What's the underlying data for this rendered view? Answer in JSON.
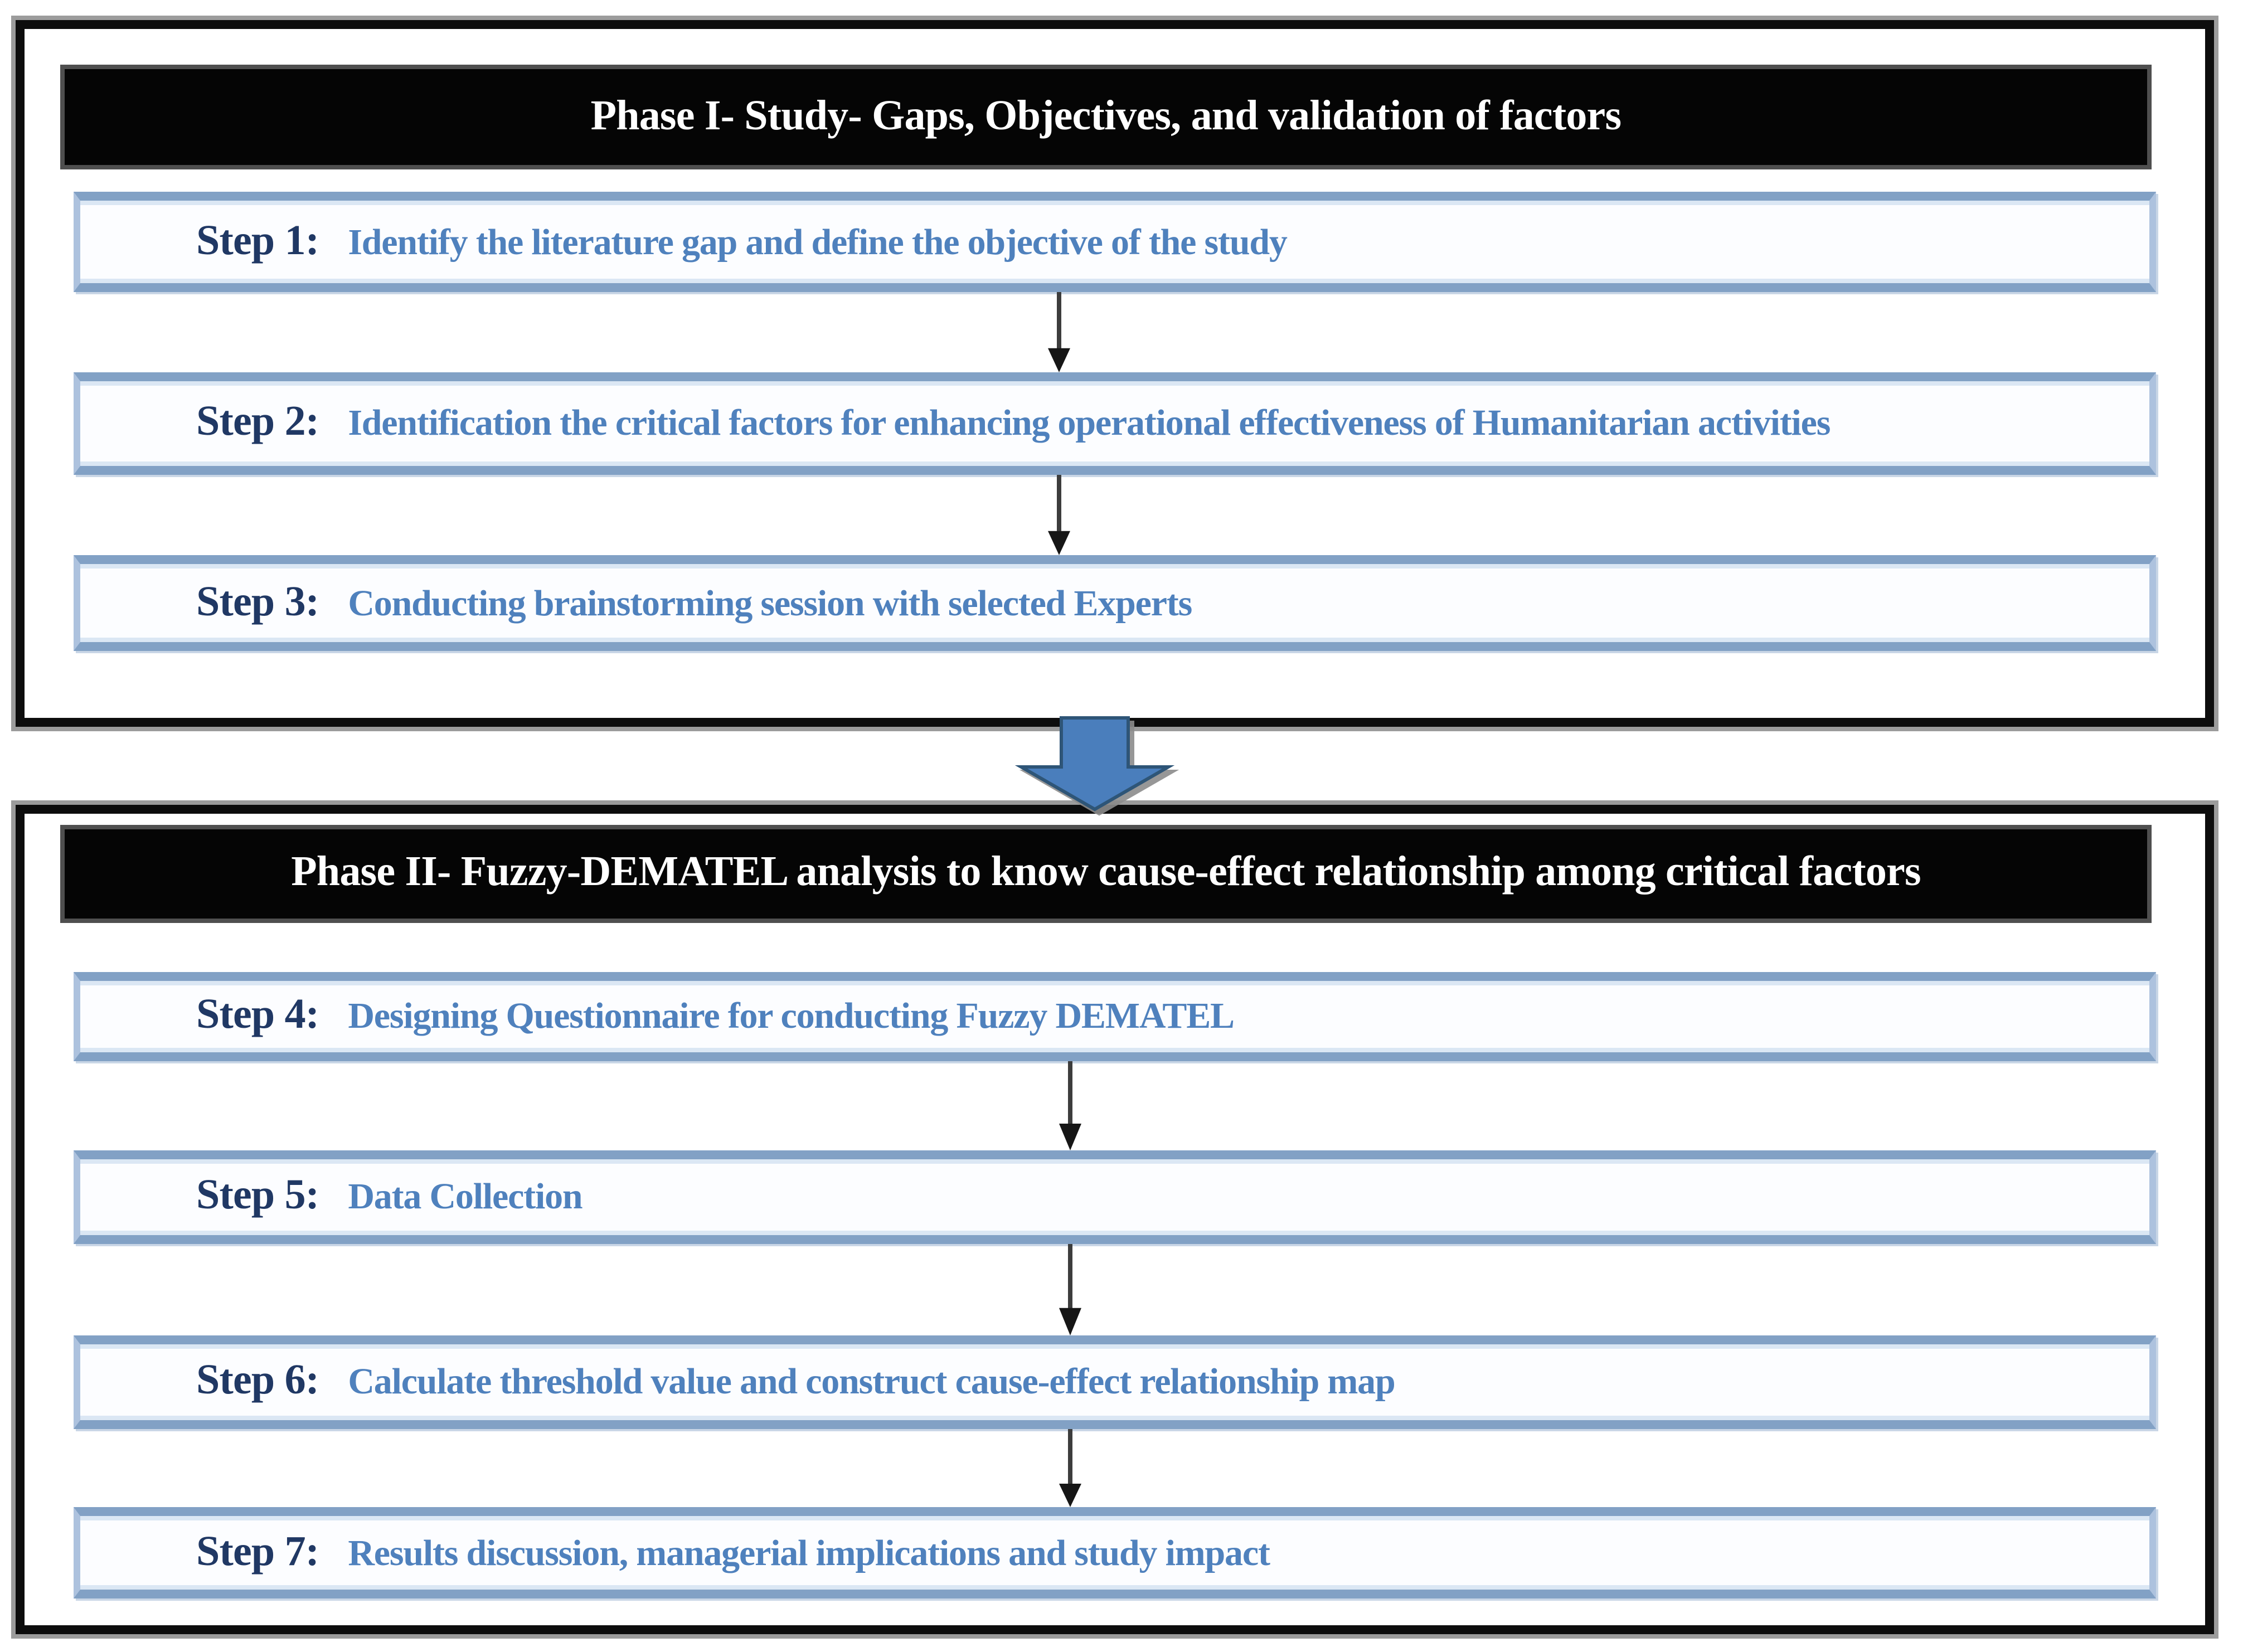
{
  "figure": {
    "type": "two-phase research methodology flowchart",
    "background": "#ffffff"
  },
  "colors": {
    "phase_container_border": "#0d0d0d",
    "phase_container_shadow": "#9c9c9c",
    "phase_header_background": "#050505",
    "phase_header_text": "#ffffff",
    "step_box_background": "#fcfdff",
    "step_box_side_border": "#adc2de",
    "step_box_top_bottom_border": "#82a1c5",
    "step_label_text": "#203864",
    "step_description_text": "#4f81bd",
    "step_connector_arrow": "#1a1a1a",
    "phase_connector_fill": "#4a7ebc",
    "phase_connector_outline": "#2e5577"
  },
  "icons": {
    "step_connector": "down-arrow-icon",
    "phase_connector": "block-down-arrow-icon"
  },
  "phases": [
    {
      "title": "Phase I- Study- Gaps, Objectives, and validation of factors",
      "steps": [
        {
          "label": "Step 1:",
          "text": "Identify the literature gap and define the objective of the study"
        },
        {
          "label": "Step 2:",
          "text": "Identification the critical factors for enhancing operational effectiveness of Humanitarian activities"
        },
        {
          "label": "Step 3:",
          "text": "Conducting brainstorming session with selected Experts"
        }
      ]
    },
    {
      "title": "Phase II- Fuzzy-DEMATEL analysis to know cause-effect relationship among critical factors",
      "steps": [
        {
          "label": "Step 4:",
          "text": "Designing Questionnaire for conducting Fuzzy DEMATEL"
        },
        {
          "label": "Step 5:",
          "text": "Data Collection"
        },
        {
          "label": "Step 6:",
          "text": "Calculate threshold value and construct cause-effect relationship map"
        },
        {
          "label": "Step 7:",
          "text": "Results discussion, managerial implications and study impact"
        }
      ]
    }
  ]
}
